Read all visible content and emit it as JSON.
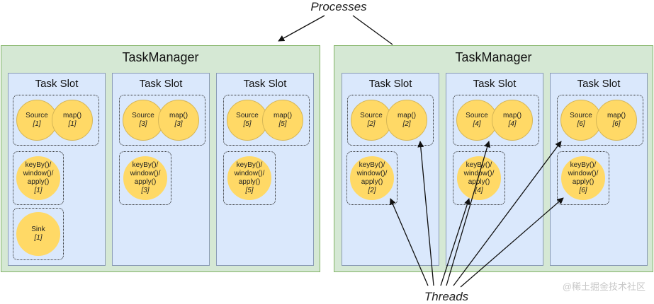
{
  "labels": {
    "processes": "Processes",
    "threads": "Threads",
    "watermark": "@稀土掘金技术社区"
  },
  "task_managers": [
    {
      "title": "TaskManager",
      "slots": [
        {
          "title": "Task Slot",
          "source": "Source",
          "source_n": "[1]",
          "map": "map()",
          "map_n": "[1]",
          "kw1": "keyBy()/",
          "kw2": "window()/",
          "kw3": "apply()",
          "kw_n": "[1]",
          "sink": "Sink",
          "sink_n": "[1]"
        },
        {
          "title": "Task Slot",
          "source": "Source",
          "source_n": "[3]",
          "map": "map()",
          "map_n": "[3]",
          "kw1": "keyBy()/",
          "kw2": "window()/",
          "kw3": "apply()",
          "kw_n": "[3]"
        },
        {
          "title": "Task Slot",
          "source": "Source",
          "source_n": "[5]",
          "map": "map()",
          "map_n": "[5]",
          "kw1": "keyBy()/",
          "kw2": "window()/",
          "kw3": "apply()",
          "kw_n": "[5]"
        }
      ]
    },
    {
      "title": "TaskManager",
      "slots": [
        {
          "title": "Task Slot",
          "source": "Source",
          "source_n": "[2]",
          "map": "map()",
          "map_n": "[2]",
          "kw1": "keyBy()/",
          "kw2": "window()/",
          "kw3": "apply()",
          "kw_n": "[2]"
        },
        {
          "title": "Task Slot",
          "source": "Source",
          "source_n": "[4]",
          "map": "map()",
          "map_n": "[4]",
          "kw1": "keyBy()/",
          "kw2": "window()/",
          "kw3": "apply()",
          "kw_n": "[4]"
        },
        {
          "title": "Task Slot",
          "source": "Source",
          "source_n": "[6]",
          "map": "map()",
          "map_n": "[6]",
          "kw1": "keyBy()/",
          "kw2": "window()/",
          "kw3": "apply()",
          "kw_n": "[6]"
        }
      ]
    }
  ],
  "colors": {
    "task_manager_fill": "#d5e8d4",
    "task_slot_fill": "#dae8fc",
    "operator_fill": "#ffd966"
  }
}
